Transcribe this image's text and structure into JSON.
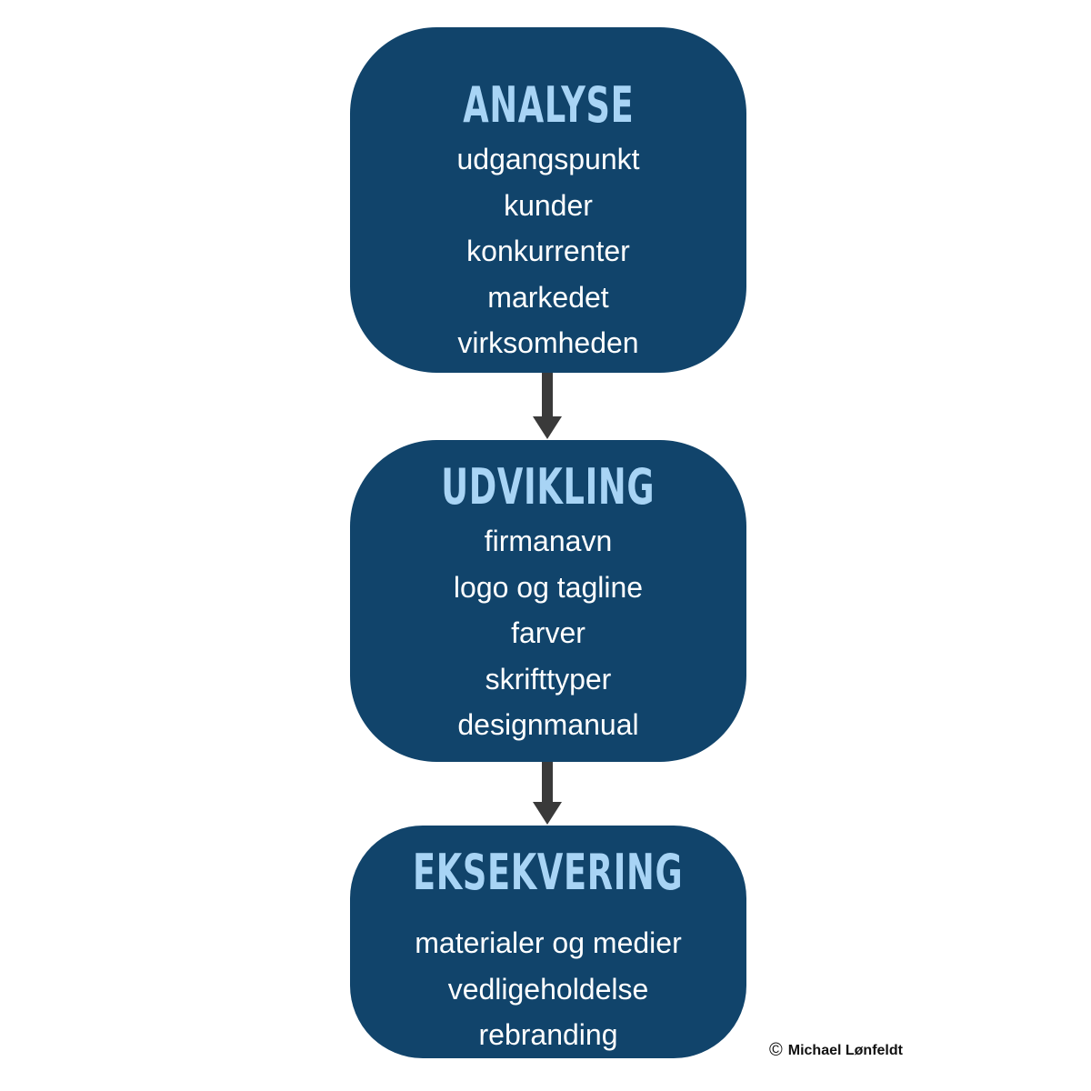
{
  "colors": {
    "box_fill": "#11446b",
    "title_text": "#a8d4f5",
    "item_text": "#ffffff",
    "arrow": "#3a3a3a"
  },
  "stages": [
    {
      "title": "ANALYSE",
      "items": [
        "udgangspunkt",
        "kunder",
        "konkurrenter",
        "markedet",
        "virksomheden"
      ]
    },
    {
      "title": "UDVIKLING",
      "items": [
        "firmanavn",
        "logo og tagline",
        "farver",
        "skrifttyper",
        "designmanual"
      ]
    },
    {
      "title": "EKSEKVERING",
      "items": [
        "materialer og medier",
        "vedligeholdelse",
        "rebranding"
      ]
    }
  ],
  "copyright": {
    "symbol": "©",
    "text": "Michael Lønfeldt"
  }
}
